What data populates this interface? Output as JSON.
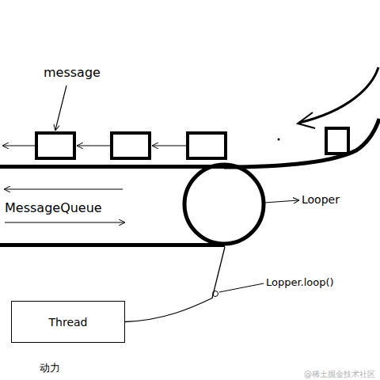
{
  "diagram": {
    "nodes": [
      {
        "text": [
          "MessageQueue"
        ]
      },
      {
        "text": [
          "Thread"
        ]
      }
    ],
    "edges": [
      {
        "from": 1,
        "to": 0,
        "arrow": "none"
      }
    ],
    "labels": [
      "message",
      "Looper",
      "Lopper.loop()",
      "动力",
      "@稀土掘金技术社区"
    ]
  }
}
